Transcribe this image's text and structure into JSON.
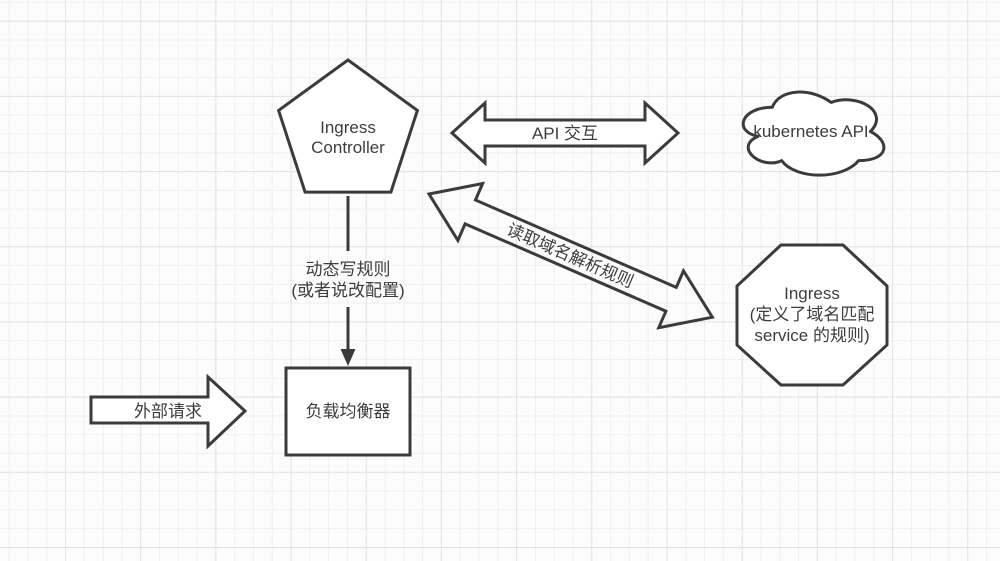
{
  "theme": {
    "background": "#fcfcfc",
    "grid_minor": "#efefef",
    "grid_major": "#e3e3e3",
    "stroke": "#3b3b3b",
    "text": "#3d3d3d",
    "shape_fill": "#ffffff"
  },
  "nodes": {
    "ingress_controller": {
      "shape": "pentagon",
      "line1": "Ingress",
      "line2": "Controller"
    },
    "kubernetes_api": {
      "shape": "cloud",
      "label": "kubernetes API"
    },
    "ingress_rules": {
      "shape": "octagon",
      "line1": "Ingress",
      "line2": "(定义了域名匹配",
      "line3": "service 的规则)"
    },
    "load_balancer": {
      "shape": "rectangle",
      "label": "负载均衡器"
    }
  },
  "edges": {
    "api_interaction": {
      "type": "double-block-arrow",
      "label": "API 交互"
    },
    "read_dns_rules": {
      "type": "double-block-arrow",
      "label": "读取域名解析规则"
    },
    "dynamic_write": {
      "type": "line-arrow",
      "line1": "动态写规则",
      "line2": "(或者说改配置)"
    },
    "external_request": {
      "type": "block-arrow",
      "label": "外部请求"
    }
  }
}
